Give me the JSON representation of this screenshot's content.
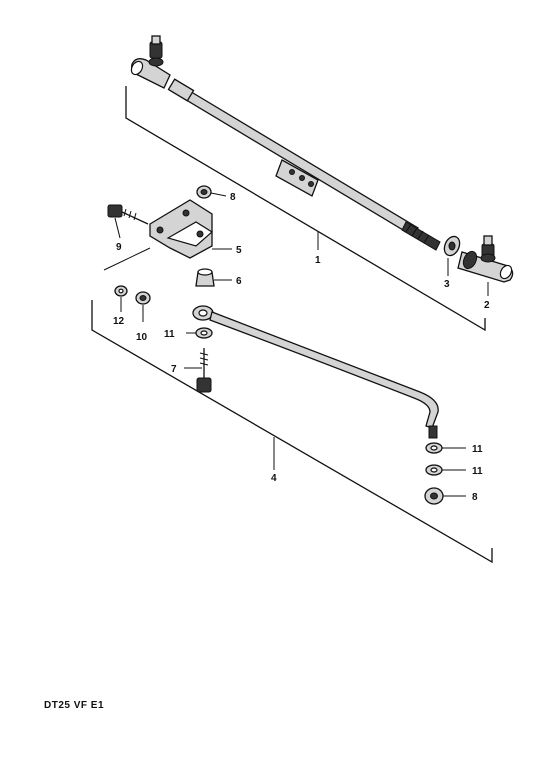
{
  "callouts": {
    "c1": "1",
    "c2": "2",
    "c3": "3",
    "c4": "4",
    "c5": "5",
    "c6": "6",
    "c7": "7",
    "c8a": "8",
    "c8b": "8",
    "c9": "9",
    "c10": "10",
    "c11a": "11",
    "c11b": "11",
    "c11c": "11",
    "c12": "12"
  },
  "diagram_code": "DT25 VF E1"
}
